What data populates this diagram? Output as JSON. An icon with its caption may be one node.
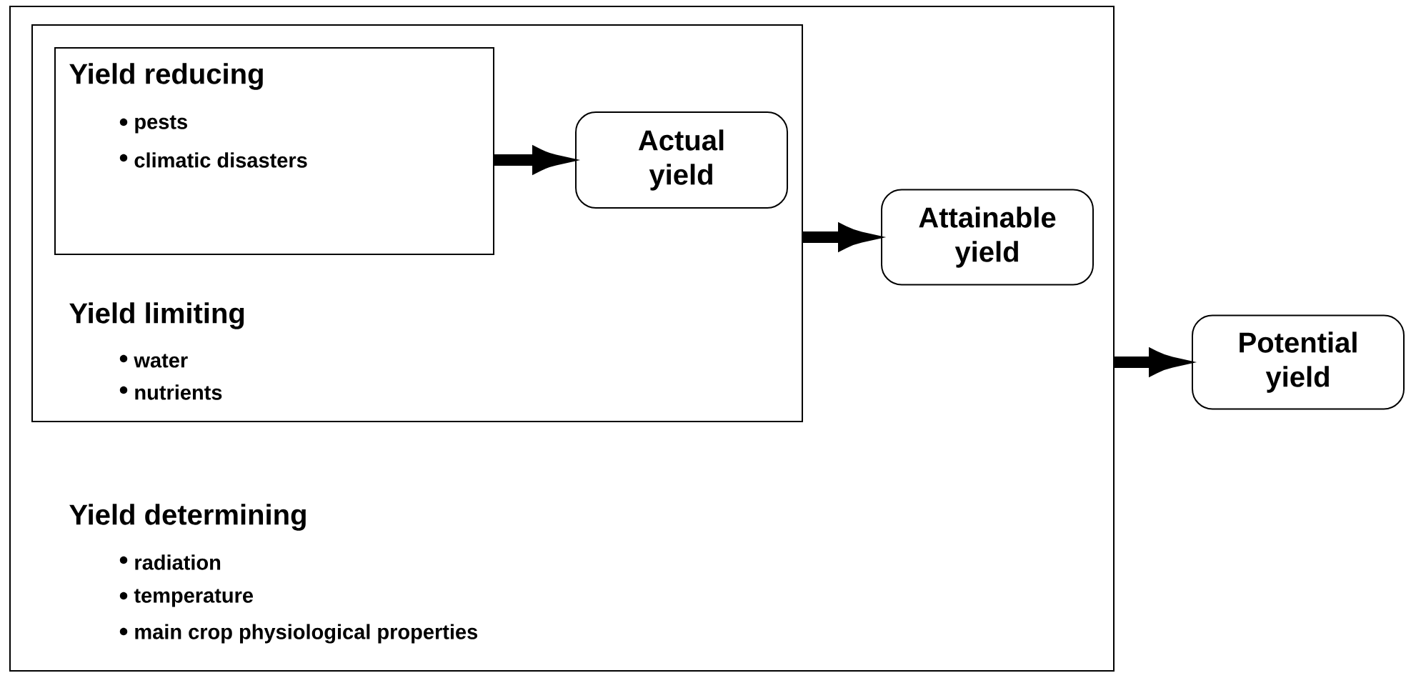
{
  "diagram": {
    "nodes": [
      {
        "text": [
          "Yield determining",
          "radiation",
          "temperature",
          "main crop physiological properties"
        ]
      },
      {
        "text": [
          "Yield limiting",
          "water",
          "nutrients"
        ],
        "in": 0
      },
      {
        "text": [
          "Yield reducing",
          "pests",
          "climatic disasters"
        ],
        "in": 1
      },
      {
        "text": [
          "Actual yield"
        ],
        "in": 1
      },
      {
        "text": [
          "Attainable yield"
        ],
        "in": 0
      },
      {
        "text": [
          "Potential yield"
        ]
      }
    ],
    "edges": [
      {
        "from": 2,
        "to": 3,
        "arrow": "to"
      },
      {
        "from": 1,
        "to": 4,
        "arrow": "to"
      },
      {
        "from": 0,
        "to": 5,
        "arrow": "to"
      }
    ]
  }
}
